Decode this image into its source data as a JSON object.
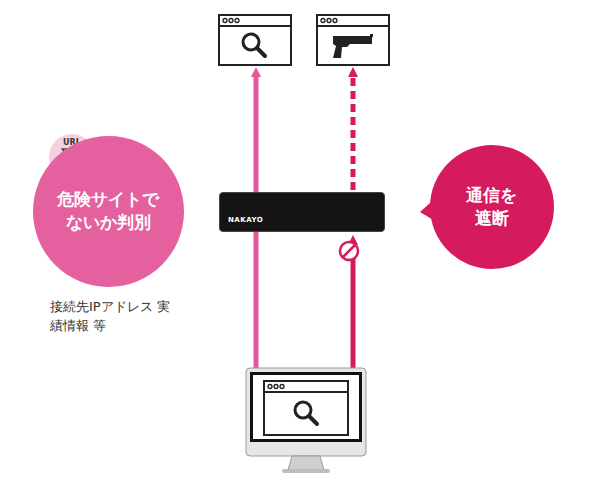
{
  "diagram": {
    "nodes": [
      {
        "text": [
          "URL"
        ]
      },
      {
        "text": [
          "危険サイトで ないか判別"
        ]
      },
      {
        "text": [
          "NAKAYO"
        ]
      },
      {
        "text": [
          "通信を 遮断"
        ]
      }
    ],
    "labels": [
      "接続先IPアドレス 実績情報 等"
    ]
  }
}
